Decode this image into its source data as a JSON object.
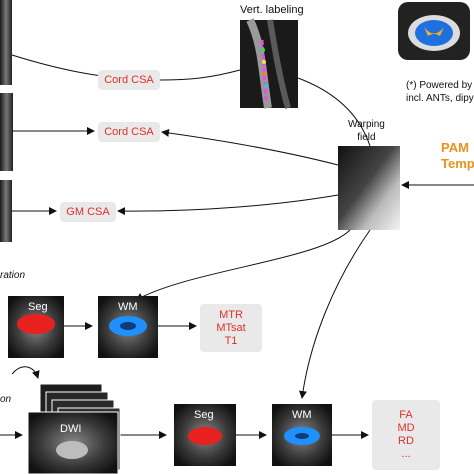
{
  "labels": {
    "vert_labeling": "Vert. labeling",
    "warping_field_1": "Warping",
    "warping_field_2": "field",
    "powered_by_1": "(*) Powered by",
    "powered_by_2": "incl. ANTs, dipy",
    "pam_1": "PAM",
    "pam_2": "Templ",
    "registration_partial": "ration",
    "dwi_partial": "on",
    "seg_1": "Seg",
    "wm_1": "WM",
    "seg_2": "Seg",
    "wm_2": "WM",
    "dwi": "DWI"
  },
  "boxes": {
    "cord_csa_1": "Cord CSA",
    "cord_csa_2": "Cord CSA",
    "gm_csa": "GM CSA",
    "mtr": [
      "MTR",
      "MTsat",
      "T1"
    ],
    "fa": [
      "FA",
      "MD",
      "RD",
      "..."
    ]
  },
  "colors": {
    "metric_text": "#e0302a",
    "pam_text": "#e8931e",
    "box_bg": "#e9e9e9",
    "seg_red": "#e8201e",
    "wm_blue": "#1e90ff"
  }
}
